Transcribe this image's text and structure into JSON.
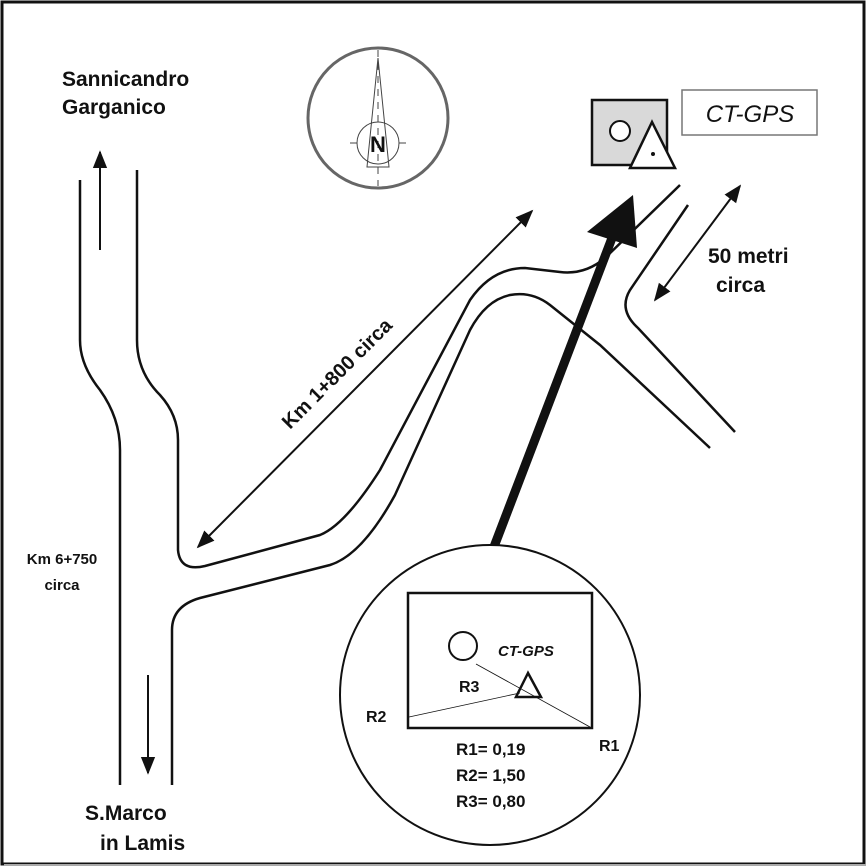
{
  "labels": {
    "north_town_line1": "Sannicandro",
    "north_town_line2": "Garganico",
    "south_town_line1": "S.Marco",
    "south_town_line2": "in Lamis",
    "left_distance_line1": "Km 6+750",
    "left_distance_line2": "circa",
    "branch_distance": "Km 1+800 circa",
    "short_distance_line1": "50 metri",
    "short_distance_line2": "circa",
    "station_name": "CT-GPS",
    "compass_letter": "N"
  },
  "detail": {
    "station_name": "CT-GPS",
    "r1_label": "R1",
    "r2_label": "R2",
    "r3_label": "R3",
    "values": [
      "R1= 0,19",
      "R2= 1,50",
      "R3= 0,80"
    ]
  },
  "colors": {
    "line": "#111111",
    "box_fill": "#d9d9d9",
    "compass": "#555555"
  }
}
